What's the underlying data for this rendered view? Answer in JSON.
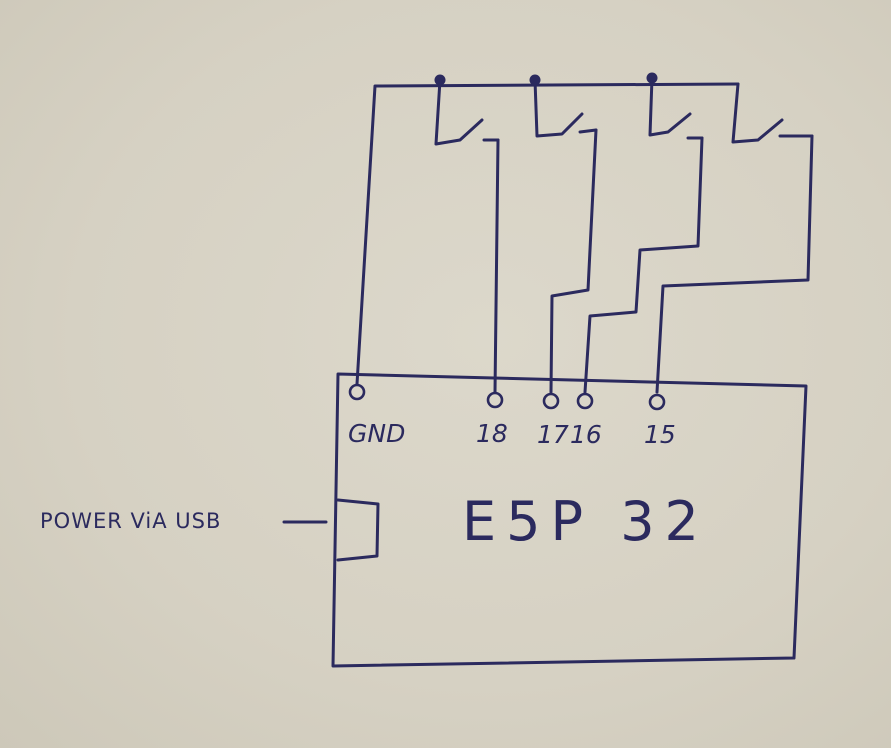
{
  "board": {
    "label": "E5P 32"
  },
  "pins": [
    {
      "id": "gnd",
      "label": "GND"
    },
    {
      "id": "p18",
      "label": "18"
    },
    {
      "id": "p17",
      "label": "17"
    },
    {
      "id": "p16",
      "label": "16"
    },
    {
      "id": "p15",
      "label": "15"
    }
  ],
  "power": {
    "label": "POWER ViA USB"
  },
  "colors": {
    "ink": "#2b2a5e",
    "paper": "#d9d4c6"
  }
}
